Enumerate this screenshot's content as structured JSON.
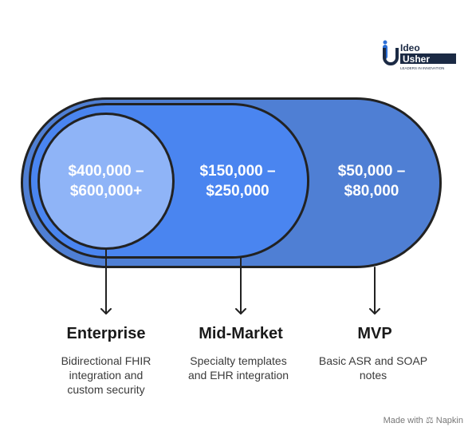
{
  "logo": {
    "line1": "Ideo",
    "line2": "Usher",
    "tagline": "LEADERS IN INNOVATION",
    "colors": {
      "primary": "#2c6fd6",
      "dark": "#1b2a44"
    }
  },
  "tiers": [
    {
      "price_line1": "$400,000 –",
      "price_line2": "$600,000+",
      "title": "Enterprise",
      "desc_lines": [
        "Bidirectional FHIR",
        "integration and",
        "custom security"
      ],
      "color": "#8fb4f7"
    },
    {
      "price_line1": "$150,000 –",
      "price_line2": "$250,000",
      "title": "Mid-Market",
      "desc_lines": [
        "Specialty templates",
        "and EHR integration"
      ],
      "color": "#4a85f0"
    },
    {
      "price_line1": "$50,000 –",
      "price_line2": "$80,000",
      "title": "MVP",
      "desc_lines": [
        "Basic ASR and SOAP",
        "notes"
      ],
      "color": "#4f7fd4"
    }
  ],
  "footer": {
    "made_with": "Made with",
    "brand": "Napkin"
  }
}
